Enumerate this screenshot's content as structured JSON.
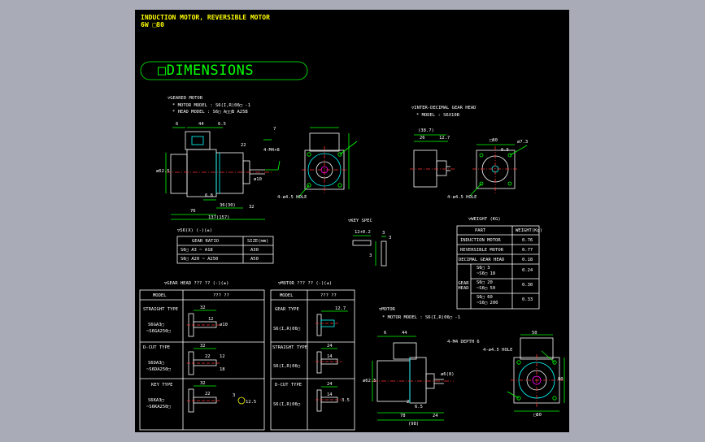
{
  "colors": {
    "background": "#a9acb6",
    "sheet": "#000000",
    "frame": "#00ff00",
    "text": "#ffffff",
    "header": "#ffff00",
    "dim": "#00ff00",
    "part": "#00ffff",
    "accent": "#ff00ff",
    "hatch": "#ff3030"
  },
  "header": {
    "line1": "INDUCTION MOTOR, REVERSIBLE MOTOR",
    "line2": "6W  □80"
  },
  "title": "□DIMENSIONS",
  "geared_motor": {
    "title": "▽GEARED MOTOR",
    "motor_model": "* MOTOR MODEL : S6(I,R)06□ -1",
    "head_model": "* HEAD MODEL : S6□ A□□B  A25B",
    "dims": [
      "6",
      "44",
      "6.5",
      "7",
      "22",
      "4-M4×8",
      "4-ø4.5 HOLE",
      "76",
      "32",
      "137(157)",
      "ø10",
      "36(30)",
      "ø62.5",
      "6.8"
    ]
  },
  "decimal_head": {
    "title": "▽INTER-DECIMAL GEAR HEAD",
    "model": "* MODEL : S6X10B",
    "dims": [
      "(38.7)",
      "26",
      "12.7",
      "□80",
      "4-ø4.5 HOLE",
      "6.5",
      "ø7.3"
    ]
  },
  "key_spec": {
    "title": "▽KEY SPEC",
    "dims": [
      "12+0.2",
      "3",
      "3",
      "3"
    ]
  },
  "weight": {
    "title": "▽WEIGHT (KG)",
    "col_part": "PART",
    "col_weight": "WEIGHT(Kg)",
    "rows": [
      {
        "part": "INDUCTION MOTOR",
        "weight": "0.76"
      },
      {
        "part": "REVERSIBLE MOTOR",
        "weight": "0.77"
      },
      {
        "part": "DECIMAL GEAR HEAD",
        "weight": "0.18"
      }
    ],
    "gear_head_label": "GEAR HEAD",
    "gear_rows": [
      {
        "line1": "S6□  3",
        "line2": "~S6□ 18",
        "weight": "0.24"
      },
      {
        "line1": "S6□ 20",
        "line2": "~S6□ 50",
        "weight": "0.30"
      },
      {
        "line1": "S6□ 60",
        "line2": "~S6□ 200",
        "weight": "0.33"
      }
    ]
  },
  "gear_ratio_table": {
    "title": "▽S6(X) (-)(±)",
    "col_ratio": "GEAR RATIO",
    "col_size": "SIZE(mm)",
    "rows": [
      {
        "ratio": "S6□ A3 ~ A18",
        "size": "A30"
      },
      {
        "ratio": "S6□ A20 ~ A250",
        "size": "A50"
      }
    ]
  },
  "gear_head_type": {
    "title": "▽GEAR HEAD ??? ?? (-)(±)",
    "col_model": "MODEL",
    "col_shape": "??? ??",
    "rows": [
      {
        "type": "STRAIGHT TYPE",
        "models": [
          "S6GA3□",
          "~S6GA250□"
        ],
        "dims": [
          "32",
          "12",
          "ø10"
        ]
      },
      {
        "type": "D-CUT TYPE",
        "models": [
          "S6DA3□",
          "~S6DA250□"
        ],
        "dims": [
          "32",
          "22",
          "12",
          "18"
        ]
      },
      {
        "type": "KEY TYPE",
        "models": [
          "S6KA3□",
          "~S6KA250□"
        ],
        "dims": [
          "32",
          "22",
          "3",
          "12.5"
        ]
      }
    ]
  },
  "motor_type": {
    "title": "▽MOTOR ??? ?? (-)(±)",
    "col_model": "MODEL",
    "col_shape": "??? ??",
    "rows": [
      {
        "type": "GEAR TYPE",
        "model": "S6(I,R)06□",
        "dims": [
          "12.7"
        ]
      },
      {
        "type": "STRAIGHT TYPE",
        "model": "S6(I,R)06□",
        "dims": [
          "24",
          "14"
        ]
      },
      {
        "type": "D-CUT TYPE",
        "model": "S6(I,R)06□",
        "dims": [
          "24",
          "14",
          "3.5"
        ]
      }
    ]
  },
  "motor": {
    "title": "▽MOTOR",
    "model": "* MOTOR MODEL : S6(I,R)06□ -1",
    "dims": [
      "6",
      "44",
      "4-M4 DEPTH 6",
      "4-ø4.5 HOLE",
      "ø62.5",
      "ø6(8)",
      "6.5",
      "2",
      "78",
      "24",
      "(98)",
      "50",
      "80",
      "□80"
    ]
  }
}
